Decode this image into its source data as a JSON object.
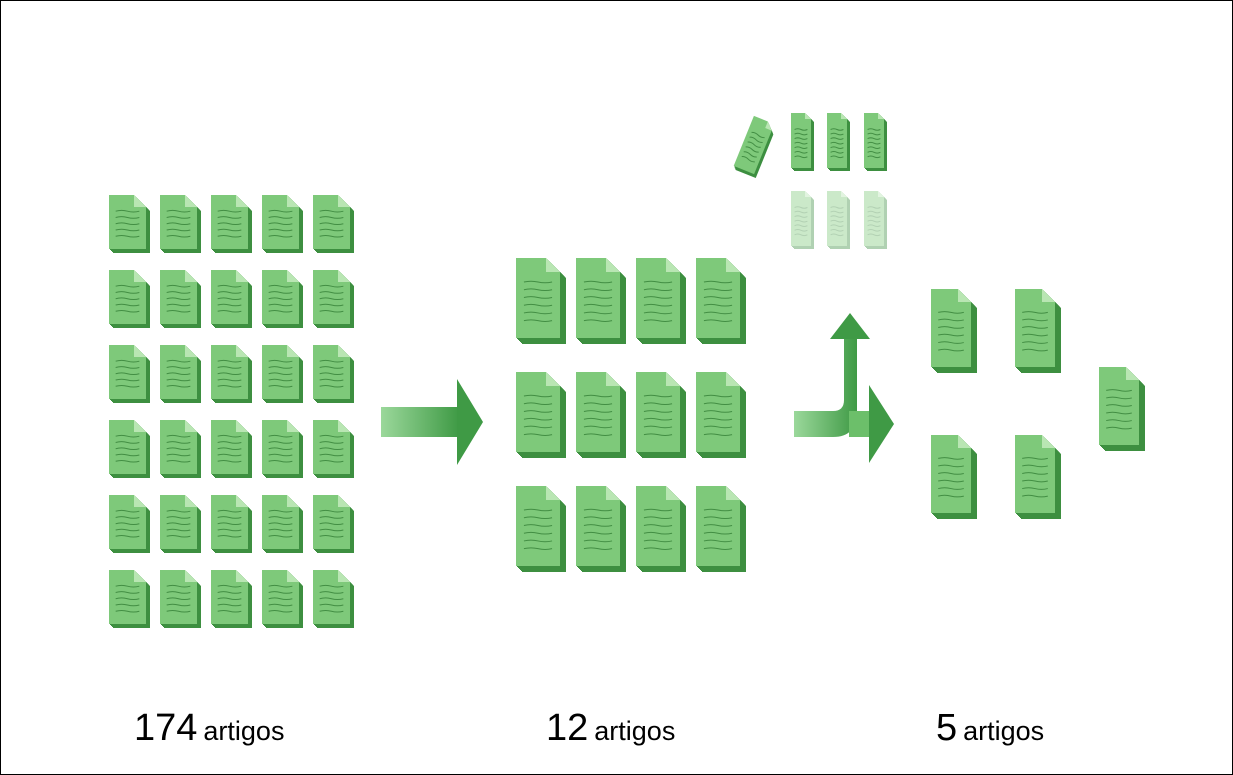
{
  "diagram": {
    "stages": [
      {
        "count": "174",
        "unit": "artigos"
      },
      {
        "count": "12",
        "unit": "artigos"
      },
      {
        "count": "5",
        "unit": "artigos"
      }
    ]
  },
  "colors": {
    "doc_fill": "#7ec97a",
    "doc_dark": "#3d8f40",
    "doc_fold": "#b9e6b3",
    "doc_lines": "#2f7a31",
    "arrow": "#5cb85c",
    "frame": "#000000"
  },
  "icons": [
    "document-stack-icon",
    "arrow-right-icon",
    "split-arrow-icon"
  ]
}
